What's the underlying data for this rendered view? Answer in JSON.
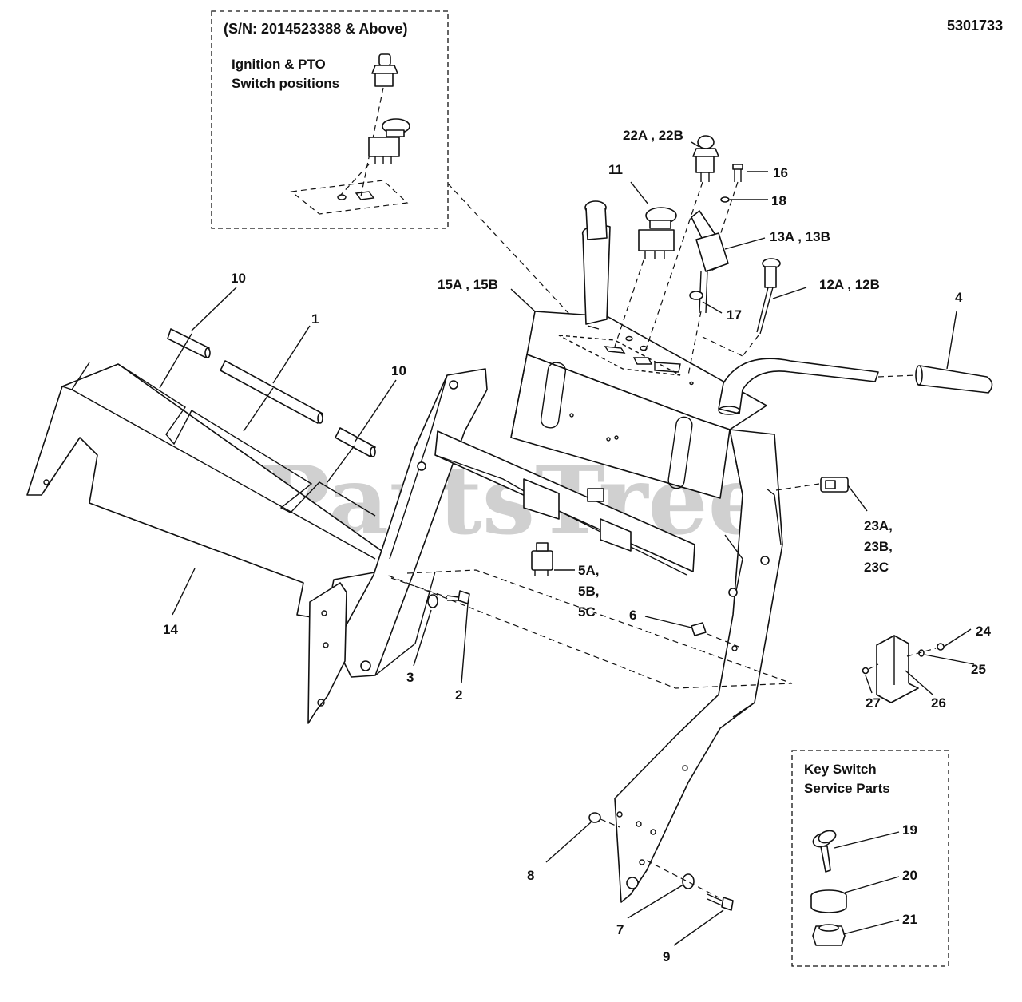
{
  "doc_number": "5301733",
  "watermark": "PartsTree",
  "watermark_tm": "™",
  "inset_top": {
    "serial": "(S/N: 2014523388 & Above)",
    "line1": "Ignition & PTO",
    "line2": "Switch positions"
  },
  "inset_bottom": {
    "line1": "Key Switch",
    "line2": "Service Parts"
  },
  "callouts": {
    "c1": "1",
    "c2": "2",
    "c3": "3",
    "c4": "4",
    "c5a": "5A,",
    "c5b": "5B,",
    "c5c": "5C",
    "c6": "6",
    "c7": "7",
    "c8": "8",
    "c9": "9",
    "c10a": "10",
    "c10b": "10",
    "c11": "11",
    "c12": "12A , 12B",
    "c13": "13A , 13B",
    "c14": "14",
    "c15": "15A , 15B",
    "c16": "16",
    "c17": "17",
    "c18": "18",
    "c19": "19",
    "c20": "20",
    "c21": "21",
    "c22": "22A , 22B",
    "c23a": "23A,",
    "c23b": "23B,",
    "c23c": "23C",
    "c24": "24",
    "c25": "25",
    "c26": "26",
    "c27": "27"
  }
}
